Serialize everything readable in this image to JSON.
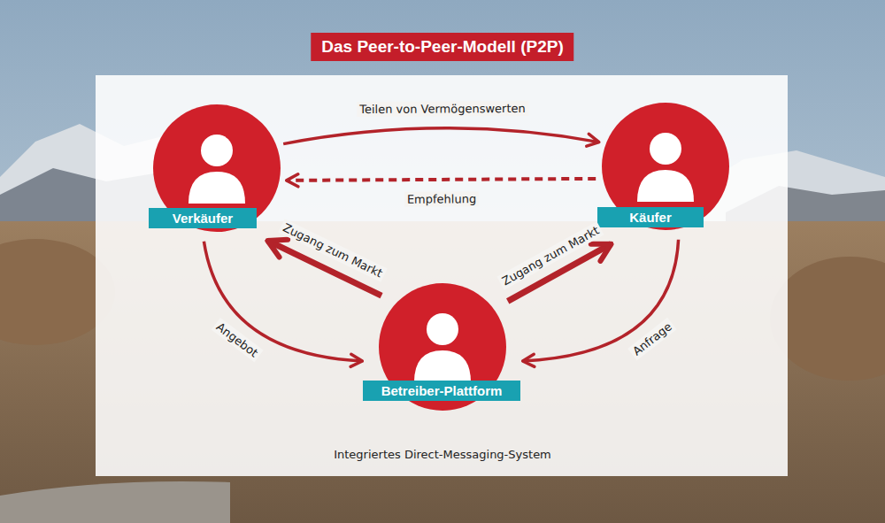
{
  "diagram": {
    "title": "Das Peer-to-Peer-Modell (P2P)",
    "nodes": [
      {
        "text": [
          "Verkäufer"
        ]
      },
      {
        "text": [
          "Käufer"
        ]
      },
      {
        "text": [
          "Betreiber-Plattform"
        ]
      }
    ],
    "edges": [
      {
        "from": 0,
        "to": 1,
        "label": "Teilen von Vermögenswerten",
        "arrow": "to"
      },
      {
        "from": 1,
        "to": 0,
        "label": "Empfehlung",
        "arrow": "to"
      },
      {
        "from": 2,
        "to": 0,
        "label": "Zugang zum Markt",
        "arrow": "to"
      },
      {
        "from": 0,
        "to": 2,
        "label": "Angebot",
        "arrow": "to"
      },
      {
        "from": 2,
        "to": 1,
        "label": "Zugang zum Markt",
        "arrow": "to"
      },
      {
        "from": 1,
        "to": 2,
        "label": "Anfrage",
        "arrow": "to"
      }
    ],
    "labels": [
      "Integriertes Direct-Messaging-System"
    ]
  }
}
